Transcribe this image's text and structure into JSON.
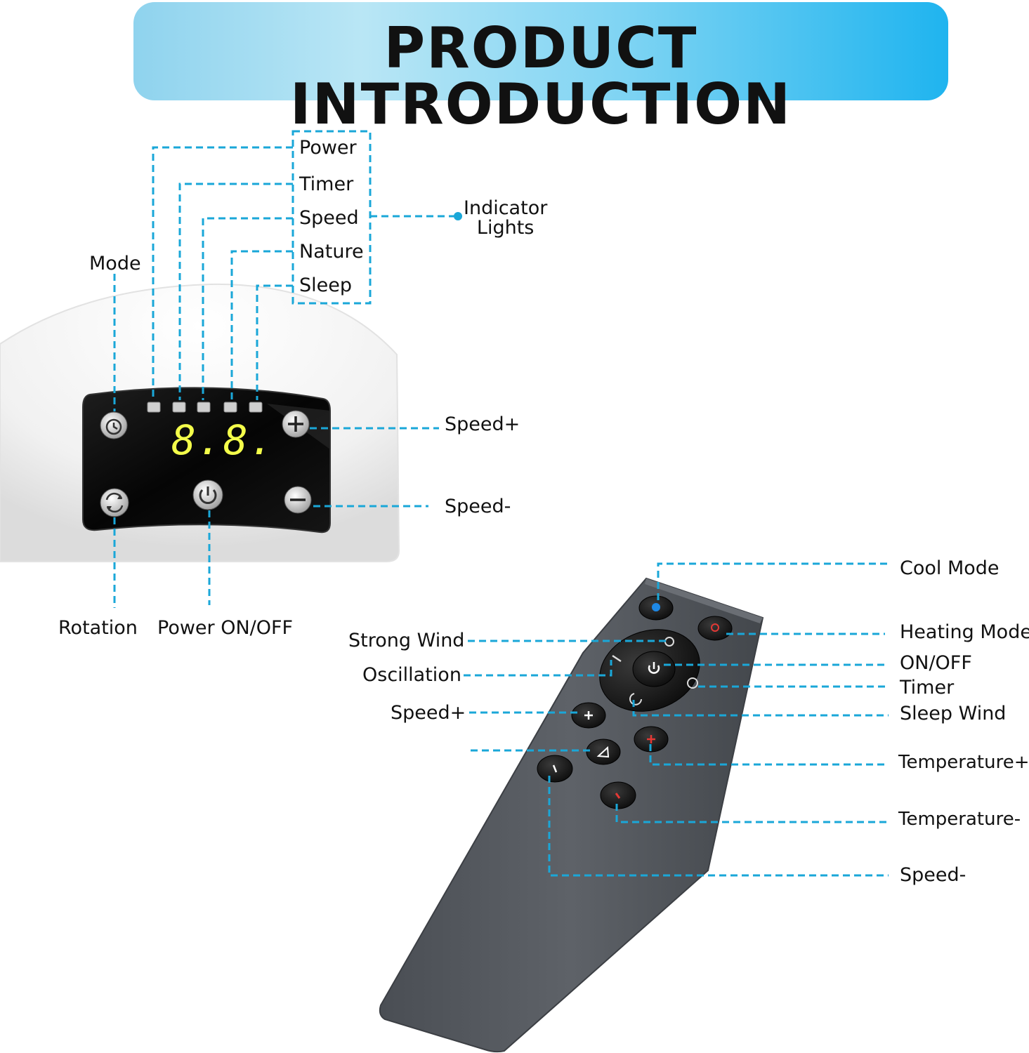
{
  "banner": {
    "title": "PRODUCT INTRODUCTION"
  },
  "colors": {
    "accent": "#1aa7d8",
    "banner_end": "#1fb4ef",
    "panel": "#0c0c0c",
    "remote": "#55595f",
    "display_digits": "#f4ff4a",
    "cool_dot": "#1e88e5",
    "heat_icon": "#e53935"
  },
  "control_panel": {
    "indicator_labels": [
      "Power",
      "Timer",
      "Speed",
      "Nature",
      "Sleep"
    ],
    "indicator_group_label": "Indicator\nLights",
    "mode_label": "Mode",
    "speed_plus_label": "Speed+",
    "speed_minus_label": "Speed-",
    "rotation_label": "Rotation",
    "power_label": "Power ON/OFF",
    "display_value": "8.8.",
    "icons": [
      "mode-icon",
      "rotation-icon",
      "power-icon",
      "plus-icon",
      "minus-icon"
    ]
  },
  "remote": {
    "right_labels": [
      "Cool Mode",
      "Heating Mode",
      "ON/OFF",
      "Timer",
      "Sleep Wind",
      "Temperature+",
      "Temperature-",
      "Speed-"
    ],
    "left_labels": [
      "Strong Wind",
      "Oscillation",
      "Speed+"
    ],
    "icons": [
      "cool-mode-icon",
      "heating-icon",
      "power-icon",
      "timer-icon",
      "sleep-icon",
      "strong-wind-icon",
      "oscillation-icon",
      "plus-icon",
      "triangle-icon",
      "minus-icon",
      "temp-plus-icon",
      "temp-minus-icon"
    ]
  }
}
